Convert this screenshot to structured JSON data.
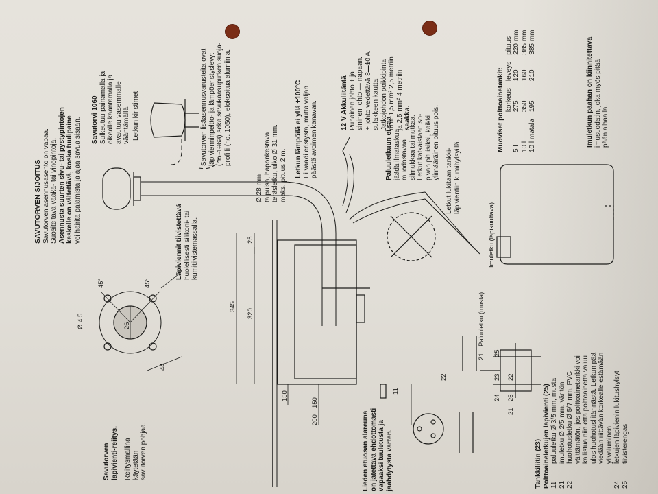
{
  "title": "SAVUTORVEN SIJOITUS",
  "intro": [
    "Savutorven asennusasento on vapaa.",
    "Suositeltava vaaka- tai vinopintoja.",
    "Asennusta suurten sivu- tai pystypintojen",
    "keskelle on vältettävä, koska tuulipaine",
    "voi häiritä palamista ja ajaa savua sisään."
  ],
  "savutorvi1060": {
    "heading": "Savutorvi 1060",
    "lines": [
      "Sulkeutuu painamalla ja",
      "oikealle kääntämällä ja",
      "avautuu vasemmalle",
      "vääntämällä."
    ]
  },
  "letkun_kiristimet": "Letkun kiristimet",
  "lisavarusteet": [
    "Savutorven lisäasennusvarusteita ovat",
    "läpivienninpeltto- ja lämpöeristyslevyt",
    "(no. 1063) sekä savukaasuputken suoja-",
    "profiili (no. 1050), eloksoitua alumiinia."
  ],
  "tiiviste": {
    "heading": "Läpiviennit tiivistettävä",
    "lines": [
      "huolellisesti silikoni- tai",
      "kumitiivistemassalla."
    ]
  },
  "savutorven_lapivienti": {
    "heading": [
      "Savutorven",
      "läpivienti-reiitys."
    ],
    "lines": [
      "Reiitysmallina",
      "käytetään",
      "savutorven pohjaa."
    ]
  },
  "hole_dims": {
    "dia": "Ø 4,5",
    "angle1": "45°",
    "angle2": "45°",
    "center": "26",
    "side": "44"
  },
  "pipe_spec": [
    "Ø 28 mm",
    "taipuisa, haponkestävä",
    "teräsletku, ulko Ø 31 mm.",
    "maks. pituus 2 m."
  ],
  "lampo": {
    "heading": "Letkun lämpöilä ei yllä +100°C",
    "lines": [
      "Ei vaadi eristystä, mutta väljän",
      "päästä avoimen kanavan."
    ]
  },
  "akku": {
    "heading": "12 V  Akkuliitäntä",
    "lines": [
      "Punainen johto + ja",
      "sininen johto — napaan.",
      "+ johto vedettävä 8—10 A",
      "sulakkeen kautta.",
      "Jatkojohdon poikkipinta",
      "min. 1,5 mm² 2,5 metriin",
      "ja 2,5 mm² 4 metriin",
      "saakka."
    ]
  },
  "wire_signs": {
    "minus": "—",
    "plus": "+"
  },
  "paluuletku_ei": {
    "heading": "Paluuletkuun ei saa",
    "lines": [
      "jäädä ilmataskua",
      "muodostavaa",
      "silmukkaa tai mutkaa.",
      "Letkut katkaistaan so-",
      "pivan pituisiksi, kaikki",
      "ylimääräinen pituus pois."
    ]
  },
  "letkut_lukitaan": [
    "Letkut lukitaan tankki-",
    "läpivientiin kumihylsyillä."
  ],
  "dimensions": {
    "d345": "345",
    "d320": "320",
    "d25": "25",
    "d150": "150",
    "d200": "200",
    "d150b": "150"
  },
  "imuletku_label": "Imuletku  (läpikuultava)",
  "paluuletku_label": "Paluuletku  (musta)",
  "muoviset": {
    "heading": "Muoviset polttoainetankit:",
    "columns": [
      "",
      "korkeus",
      "leveys",
      "pituus"
    ],
    "rows": [
      [
        "5  l",
        "275",
        "120",
        "220 mm"
      ],
      [
        "10  l",
        "350",
        "160",
        "385 mm"
      ],
      [
        "10  l matala",
        "195",
        "210",
        "385 mm"
      ]
    ]
  },
  "imuletkun_paan": [
    "Imuletkun päähän on kiinnitettävä",
    "imusuodatin, joka myös pitää",
    "pään alhaalla."
  ],
  "lieden": {
    "heading": [
      "Lieden etuosan alareuna",
      "on jätettävä ehdottomasti",
      "vapaaksi tuuletusta ja",
      "jäähdytystä varten."
    ]
  },
  "tankki": {
    "heading": [
      "Tankkiliitin (23)",
      "Polttoaineletkujen läpivienti (25)"
    ],
    "items": [
      [
        "11",
        "paluuletku Ø 3/5 mm, musta"
      ],
      [
        "21",
        "imuletku Ø 2/5 mm, väritön"
      ],
      [
        "22",
        "huohotusletku Ø 5/7 mm, PVC"
      ]
    ],
    "para": [
      "välttämätön, jos polttoainetankki voi",
      "kallistua niin että polttoainetta valuu",
      "ulos huohotusliitännästä. Letkun pää",
      "viedään riittävän korkealle estämään",
      "ylivaluminen."
    ],
    "items2": [
      [
        "24",
        "letkujen läpivienin lukitushylsyt"
      ],
      [
        "25",
        "tiivisterengas"
      ]
    ]
  },
  "callouts": [
    "11",
    "21",
    "22",
    "23",
    "24",
    "25",
    "21",
    "25",
    "22"
  ],
  "colors": {
    "paper": "#e3e0d9",
    "ink": "#1d1d1b",
    "hole": "#7a2d16"
  }
}
